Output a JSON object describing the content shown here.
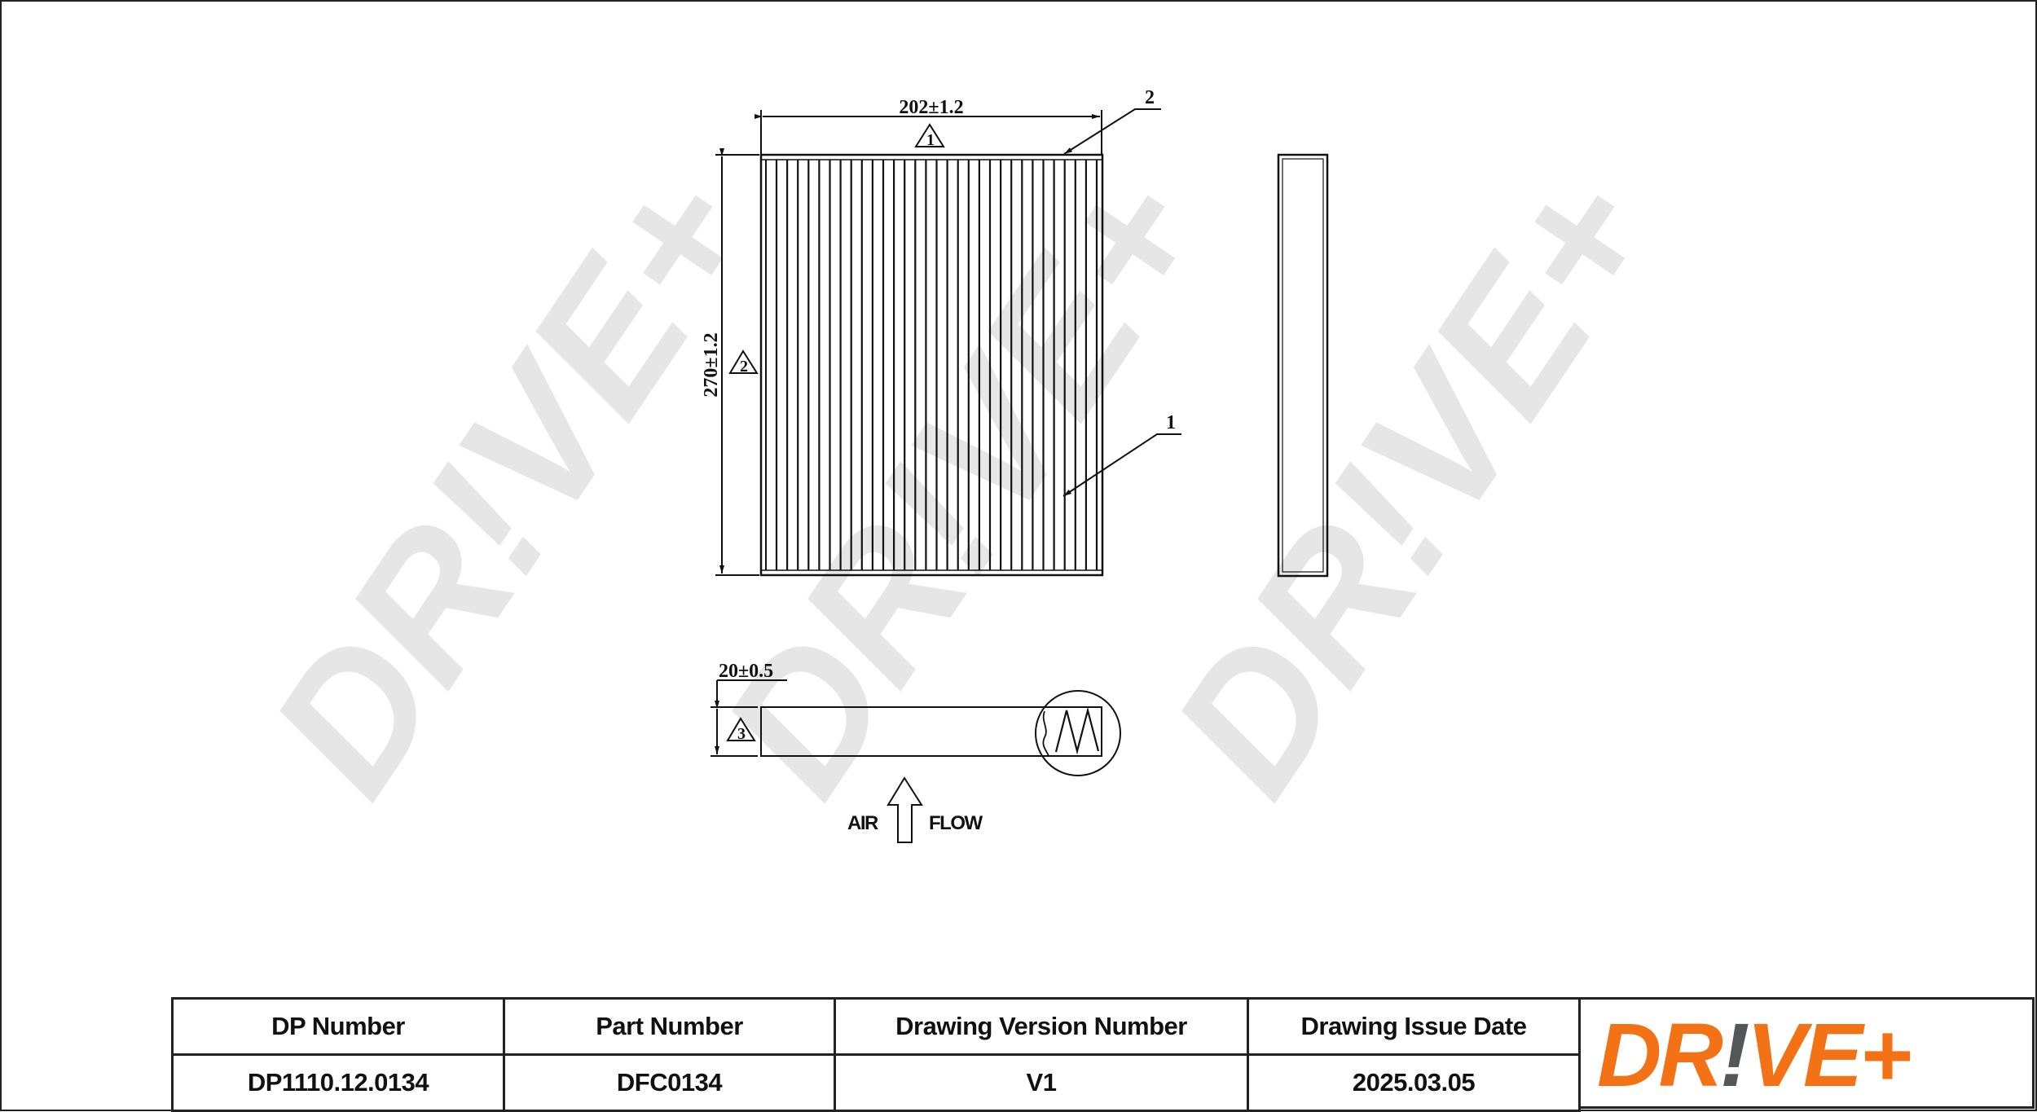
{
  "drawing": {
    "top_view": {
      "width_dimension": "202±1.2",
      "height_dimension": "270±1.2",
      "width_marker": "1",
      "height_marker": "2",
      "pleat_count": 31
    },
    "side_view": {
      "thickness_dimension": "20±0.5",
      "thickness_marker": "3"
    },
    "callouts": [
      {
        "number": "1",
        "target": "filter-media"
      },
      {
        "number": "2",
        "target": "filter-frame"
      }
    ],
    "airflow": {
      "left_label": "AIR",
      "right_label": "FLOW",
      "icon": "arrow-up-outline-icon"
    },
    "watermark_text": "DR!VE+"
  },
  "title_block": {
    "headers": [
      "DP Number",
      "Part Number",
      "Drawing Version Number",
      "Drawing Issue Date"
    ],
    "values": [
      "DP1110.12.0134",
      "DFC0134",
      "V1",
      "2025.03.05"
    ]
  },
  "logo": {
    "text_left": "DR",
    "text_mark": "!",
    "text_right": "VE+",
    "brand_color": "#F47216",
    "mark_color": "#545758"
  },
  "colors": {
    "line": "#111111",
    "watermark": "#E6E6E6",
    "border": "#222222"
  }
}
